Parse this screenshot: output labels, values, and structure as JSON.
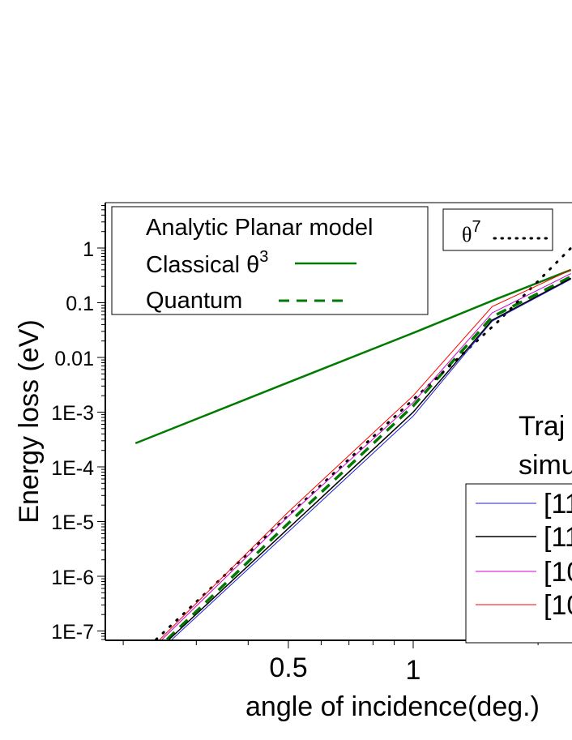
{
  "chart_data": {
    "type": "line",
    "title": "",
    "xlabel": "angle of incidence(deg.)",
    "ylabel": "Energy loss (eV)",
    "x_scale": "log",
    "y_scale": "log",
    "xlim": [
      0.2,
      2.4
    ],
    "ylim": [
      7e-08,
      7
    ],
    "x_ticks": [
      {
        "value": 0.5,
        "label": "0.5"
      },
      {
        "value": 1,
        "label": "1"
      }
    ],
    "y_ticks": [
      {
        "value": 1,
        "label": "1"
      },
      {
        "value": 0.1,
        "label": "0.1"
      },
      {
        "value": 0.01,
        "label": "0.01"
      },
      {
        "value": 0.001,
        "label": "1E-3"
      },
      {
        "value": 0.0001,
        "label": "1E-4"
      },
      {
        "value": 1e-05,
        "label": "1E-5"
      },
      {
        "value": 1e-06,
        "label": "1E-6"
      },
      {
        "value": 1e-07,
        "label": "1E-7"
      }
    ],
    "legend_top_left": {
      "title": "Analytic Planar model",
      "classical_label": "Classical θ",
      "classical_sup": "3",
      "quantum_label": "Quantum"
    },
    "legend_theta7": {
      "label": "θ",
      "sup": "7"
    },
    "legend_right": {
      "title_line1": "Traj",
      "title_line2": "simu",
      "entries": [
        "[11",
        "[11",
        "[10",
        "[10"
      ]
    },
    "series": [
      {
        "key": "classical",
        "color": "#007a00",
        "style": "solid",
        "width": 2.5,
        "x": [
          0.214,
          0.5,
          1.0,
          1.6,
          2.4
        ],
        "y": [
          0.00027,
          0.0035,
          0.028,
          0.12,
          0.4
        ]
      },
      {
        "key": "quantum",
        "color": "#007a00",
        "style": "dashed",
        "width": 3.5,
        "x": [
          0.255,
          0.5,
          1.0,
          1.55,
          2.4
        ],
        "y": [
          7e-08,
          9.3e-06,
          0.0013,
          0.055,
          0.3
        ]
      },
      {
        "key": "theta7",
        "color": "#000000",
        "style": "dotted",
        "width": 3,
        "x": [
          0.24,
          0.5,
          1.0,
          1.6,
          2.4
        ],
        "y": [
          7e-08,
          1.29e-05,
          0.0017,
          0.045,
          1.0
        ]
      },
      {
        "key": "sim1",
        "color": "#1f1fd6",
        "style": "solid",
        "width": 1,
        "x": [
          0.262,
          0.5,
          1.0,
          1.55,
          2.4
        ],
        "y": [
          7e-08,
          6.5e-06,
          0.00085,
          0.046,
          0.27
        ]
      },
      {
        "key": "sim2",
        "color": "#000000",
        "style": "solid",
        "width": 1.5,
        "x": [
          0.258,
          0.5,
          1.0,
          1.55,
          2.4
        ],
        "y": [
          7e-08,
          7.5e-06,
          0.001,
          0.048,
          0.28
        ]
      },
      {
        "key": "sim3",
        "color": "#d000d0",
        "style": "solid",
        "width": 1,
        "x": [
          0.248,
          0.5,
          1.0,
          1.55,
          2.4
        ],
        "y": [
          7e-08,
          1.25e-05,
          0.0015,
          0.065,
          0.34
        ]
      },
      {
        "key": "sim4",
        "color": "#ff0000",
        "style": "solid",
        "width": 1,
        "x": [
          0.245,
          0.5,
          1.0,
          1.55,
          2.4
        ],
        "y": [
          7e-08,
          1.5e-05,
          0.002,
          0.085,
          0.4
        ]
      }
    ]
  }
}
